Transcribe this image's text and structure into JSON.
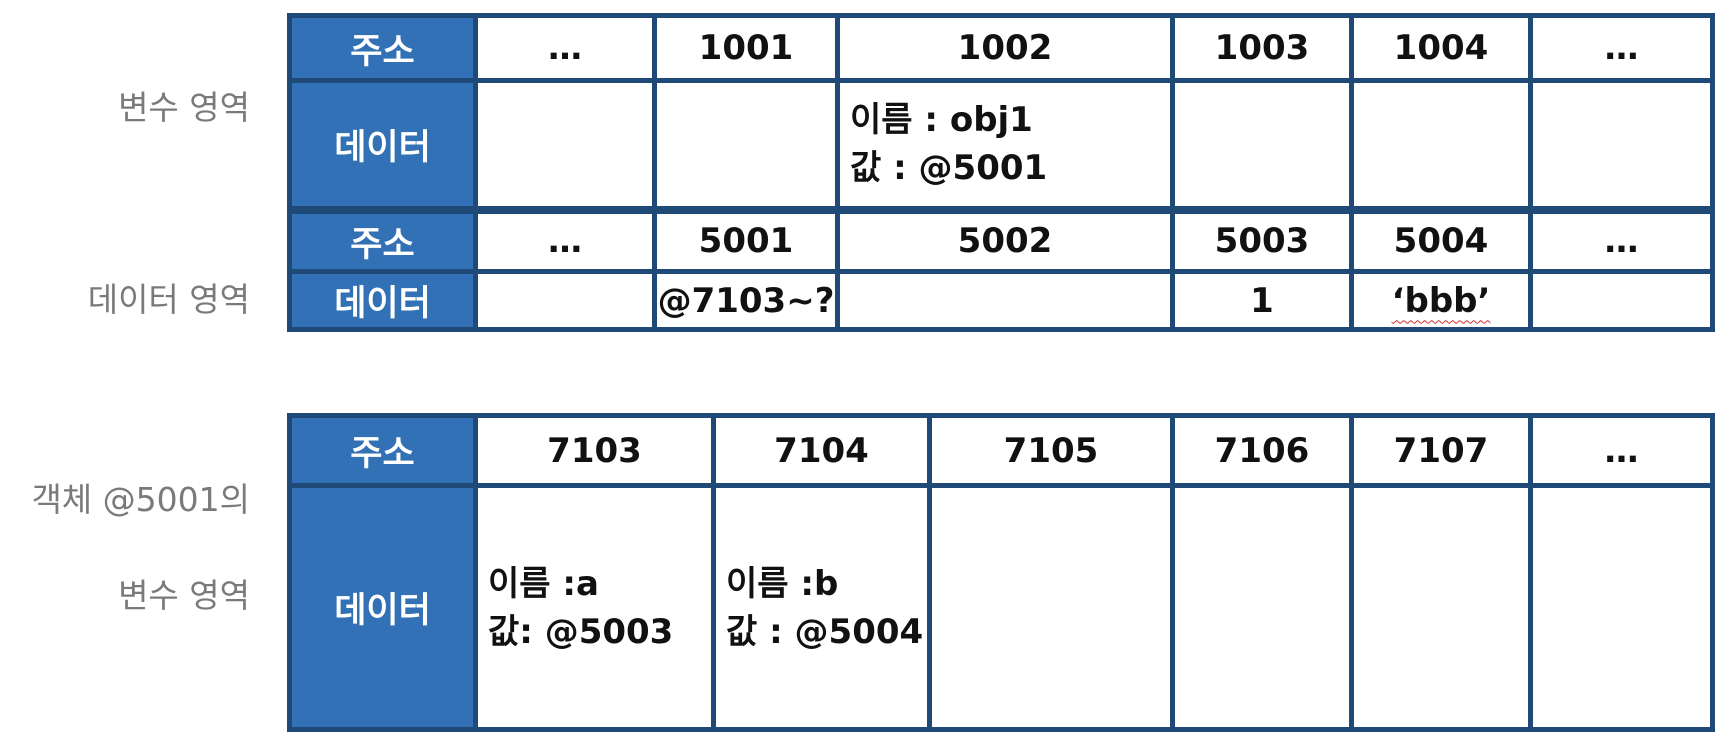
{
  "side_labels": {
    "variable_area": "변수 영역",
    "data_area": "데이터 영역",
    "object_area_line1": "객체 @5001의",
    "object_area_line2": "변수 영역"
  },
  "row_headers": {
    "address": "주소",
    "data": "데이터"
  },
  "table1": {
    "var_addresses": [
      "…",
      "1001",
      "1002",
      "1003",
      "1004",
      "…"
    ],
    "var_data": [
      "",
      "",
      {
        "name": "이름 : obj1",
        "value": "값 : @5001"
      },
      "",
      "",
      ""
    ],
    "data_addresses": [
      "…",
      "5001",
      "5002",
      "5003",
      "5004",
      "…"
    ],
    "data_values": [
      "",
      "@7103~?",
      "",
      "1",
      "‘bbb’",
      ""
    ]
  },
  "table2": {
    "addresses": [
      "7103",
      "7104",
      "7105",
      "7106",
      "7107",
      "…"
    ],
    "cells": [
      {
        "name": "이름 :a",
        "value": "값: @5003"
      },
      {
        "name": "이름 :b",
        "value": "값 : @5004"
      },
      {
        "name": "",
        "value": ""
      },
      {
        "name": "",
        "value": ""
      },
      {
        "name": "",
        "value": ""
      },
      {
        "name": "",
        "value": ""
      }
    ]
  },
  "colors": {
    "header_fill": "#3271b5",
    "border": "#1f4a78",
    "side_label": "#7a7a7a"
  }
}
